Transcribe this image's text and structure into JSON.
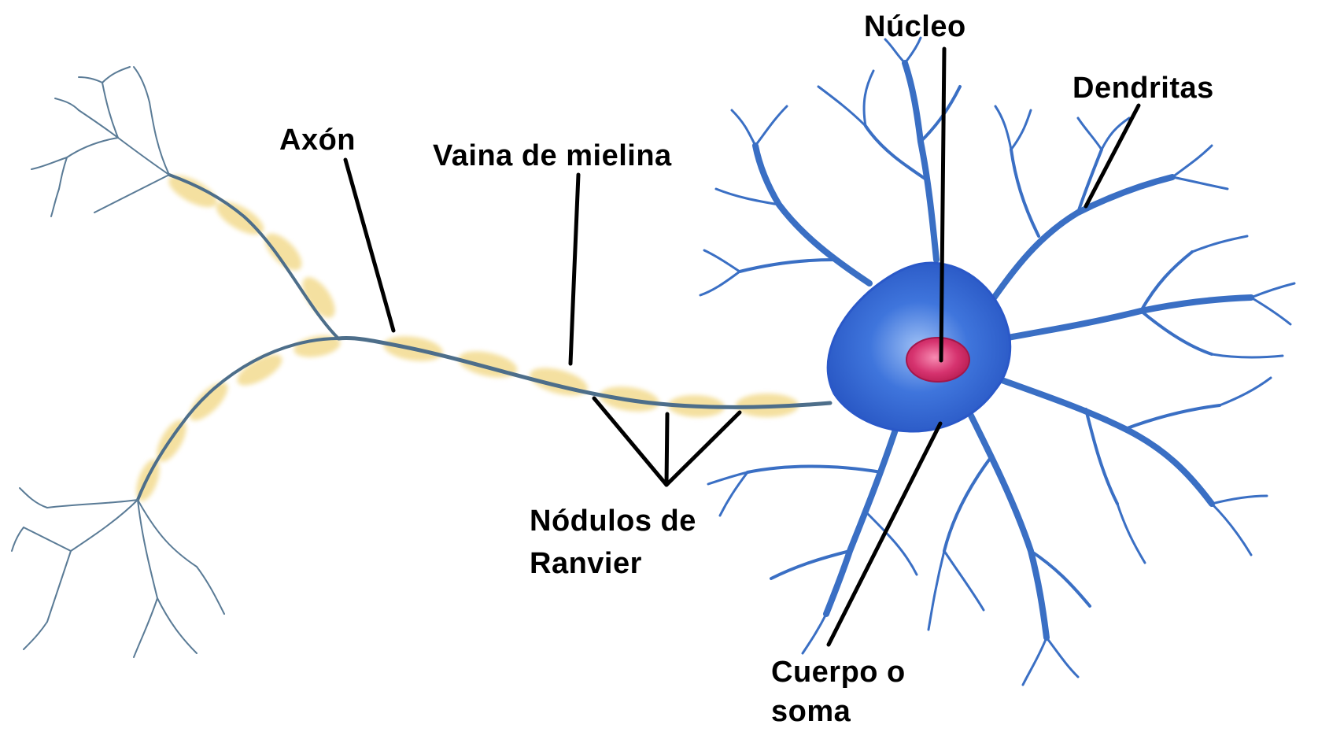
{
  "labels": {
    "nucleo": "Núcleo",
    "dendritas": "Dendritas",
    "axon": "Axón",
    "vaina": "Vaina de mielina",
    "nodulos_line1": "Nódulos de",
    "nodulos_line2": "Ranvier",
    "cuerpo_line1": "Cuerpo o",
    "cuerpo_line2": "soma"
  },
  "colors": {
    "background": "#ffffff",
    "soma": "#2f63d6",
    "soma_light": "#8fb3f0",
    "dendrite": "#3a6fc4",
    "nucleus": "#c8245f",
    "nucleus_light": "#f06c9b",
    "axon": "#4d6e8a",
    "myelin": "#f2d98a",
    "pointer": "#000000"
  }
}
